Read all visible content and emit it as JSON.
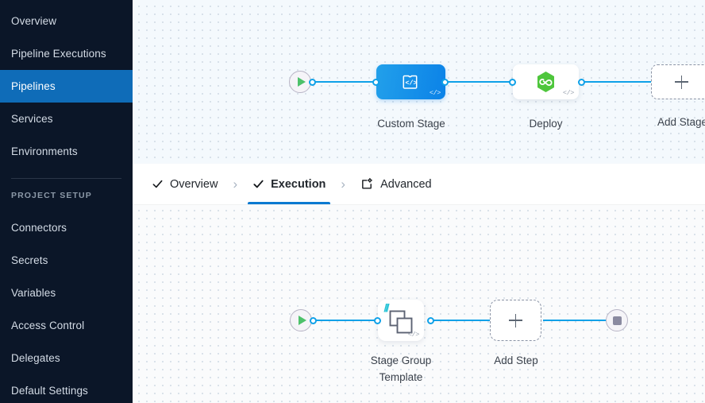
{
  "sidebar": {
    "items": [
      {
        "label": "Overview",
        "active": false
      },
      {
        "label": "Pipeline Executions",
        "active": false
      },
      {
        "label": "Pipelines",
        "active": true
      },
      {
        "label": "Services",
        "active": false
      },
      {
        "label": "Environments",
        "active": false
      }
    ],
    "section_label": "PROJECT SETUP",
    "setup_items": [
      {
        "label": "Connectors"
      },
      {
        "label": "Secrets"
      },
      {
        "label": "Variables"
      },
      {
        "label": "Access Control"
      },
      {
        "label": "Delegates"
      },
      {
        "label": "Default Settings"
      }
    ],
    "colors": {
      "background": "#0b1628",
      "active": "#0f6cb8",
      "text": "#d4dce6"
    }
  },
  "tabs": [
    {
      "label": "Overview",
      "icon": "check-icon",
      "active": false
    },
    {
      "label": "Execution",
      "icon": "check-icon",
      "active": true
    },
    {
      "label": "Advanced",
      "icon": "advanced-icon",
      "active": false
    }
  ],
  "tab_separator": "›",
  "stage_canvas": {
    "start_node": "start-play-node",
    "end_node": "end-stop-node",
    "stages": [
      {
        "name": "Custom Stage",
        "type": "custom",
        "selected": true,
        "code_badge": "</>"
      },
      {
        "name": "Deploy",
        "type": "deploy",
        "selected": false,
        "code_badge": "</>"
      },
      {
        "name": "Add Stage",
        "type": "add",
        "selected": false,
        "code_badge": ""
      }
    ]
  },
  "step_canvas": {
    "start_node": "start-play-node",
    "end_node": "end-stop-node",
    "steps": [
      {
        "name": "Stage Group\nTemplate",
        "type": "template",
        "code_badge": "</>",
        "template_marker": "|||"
      },
      {
        "name": "Add Step",
        "type": "add",
        "code_badge": ""
      }
    ]
  },
  "colors": {
    "edge": "#0fa1e8",
    "accent": "#0b7ad1",
    "stage_blue_from": "#22a0ea",
    "stage_blue_to": "#0b82e8",
    "deploy_green": "#4ec63c",
    "template_cyan": "#25c3d6",
    "canvas_top_bg": "#f4f9fd",
    "canvas_bottom_bg": "#fafbfc"
  }
}
